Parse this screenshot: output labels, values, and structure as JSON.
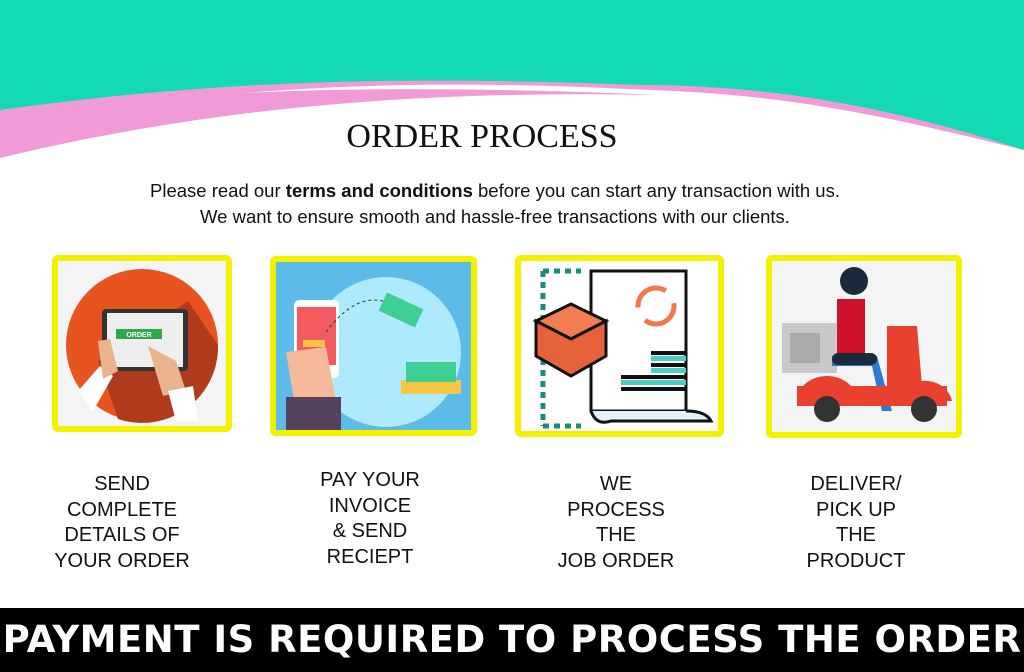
{
  "title": "ORDER PROCESS",
  "intro": {
    "line1_pre": "Please read our ",
    "line1_bold": "terms and conditions",
    "line1_post": " before you can start any transaction with us.",
    "line2": "We want to ensure smooth and hassle-free transactions with our clients."
  },
  "steps": [
    {
      "label": "SEND\nCOMPLETE\nDETAILS OF\nYOUR ORDER",
      "illustration_text": "ORDER"
    },
    {
      "label": "PAY YOUR\nINVOICE\n& SEND\nRECIEPT"
    },
    {
      "label": "WE\nPROCESS\nTHE\nJOB ORDER"
    },
    {
      "label": "DELIVER/\nPICK UP\nTHE\nPRODUCT"
    }
  ],
  "footer": "PAYMENT IS REQUIRED TO PROCESS THE ORDER",
  "colors": {
    "teal": "#14dab4",
    "pink": "#f19ad8",
    "frame": "#f3f000"
  }
}
